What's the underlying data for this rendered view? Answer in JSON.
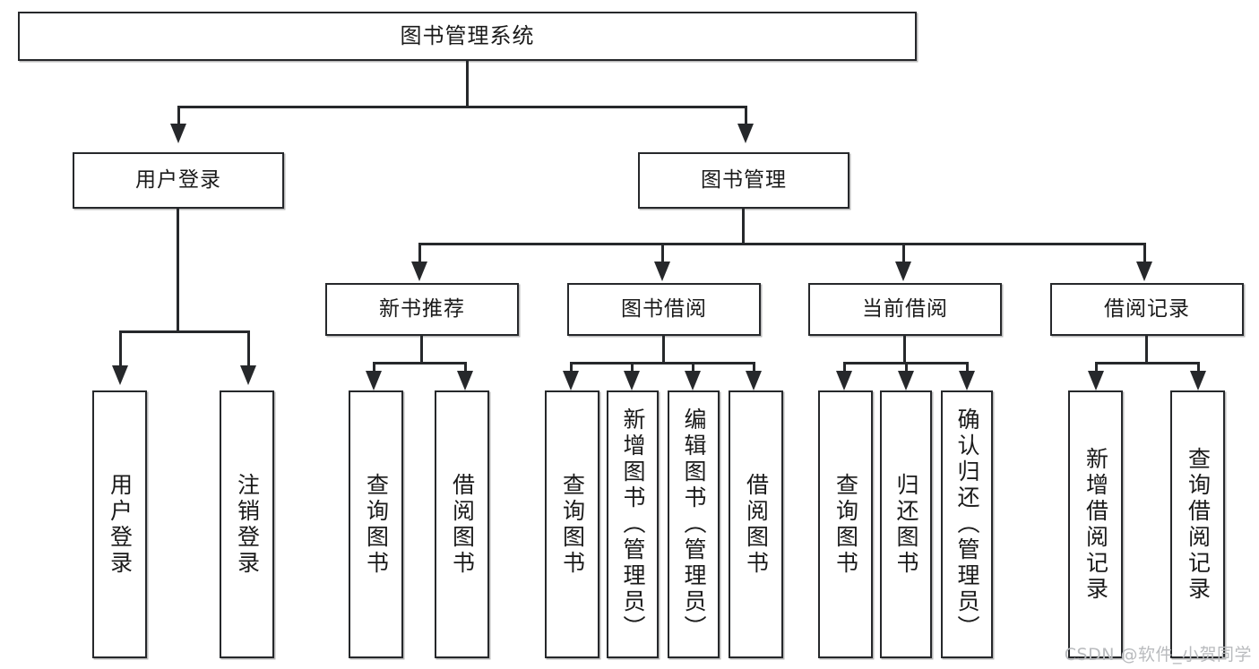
{
  "diagram": {
    "title": "图书管理系统",
    "type": "tree-hierarchy",
    "levels": 4
  },
  "root": {
    "label": "图书管理系统"
  },
  "level2": [
    {
      "label": "用户登录"
    },
    {
      "label": "图书管理"
    }
  ],
  "level3": [
    {
      "label": "新书推荐"
    },
    {
      "label": "图书借阅"
    },
    {
      "label": "当前借阅"
    },
    {
      "label": "借阅记录"
    }
  ],
  "leaves": {
    "user_login": [
      {
        "label": "用户登录"
      },
      {
        "label": "注销登录"
      }
    ],
    "new_book": [
      {
        "label": "查询图书"
      },
      {
        "label": "借阅图书"
      }
    ],
    "book_borrow": [
      {
        "label": "查询图书"
      },
      {
        "label": "新增图书（管理员）"
      },
      {
        "label": "编辑图书（管理员）"
      },
      {
        "label": "借阅图书"
      }
    ],
    "current_borrow": [
      {
        "label": "查询图书"
      },
      {
        "label": "归还图书"
      },
      {
        "label": "确认归还（管理员）"
      }
    ],
    "borrow_record": [
      {
        "label": "新增借阅记录"
      },
      {
        "label": "查询借阅记录"
      }
    ]
  },
  "watermark": {
    "text": "CSDN @软件_小贺同学"
  },
  "colors": {
    "stroke": "#26282b",
    "fill": "#ffffff",
    "text": "#1a1a1a",
    "watermark": "#b9bbbe"
  }
}
